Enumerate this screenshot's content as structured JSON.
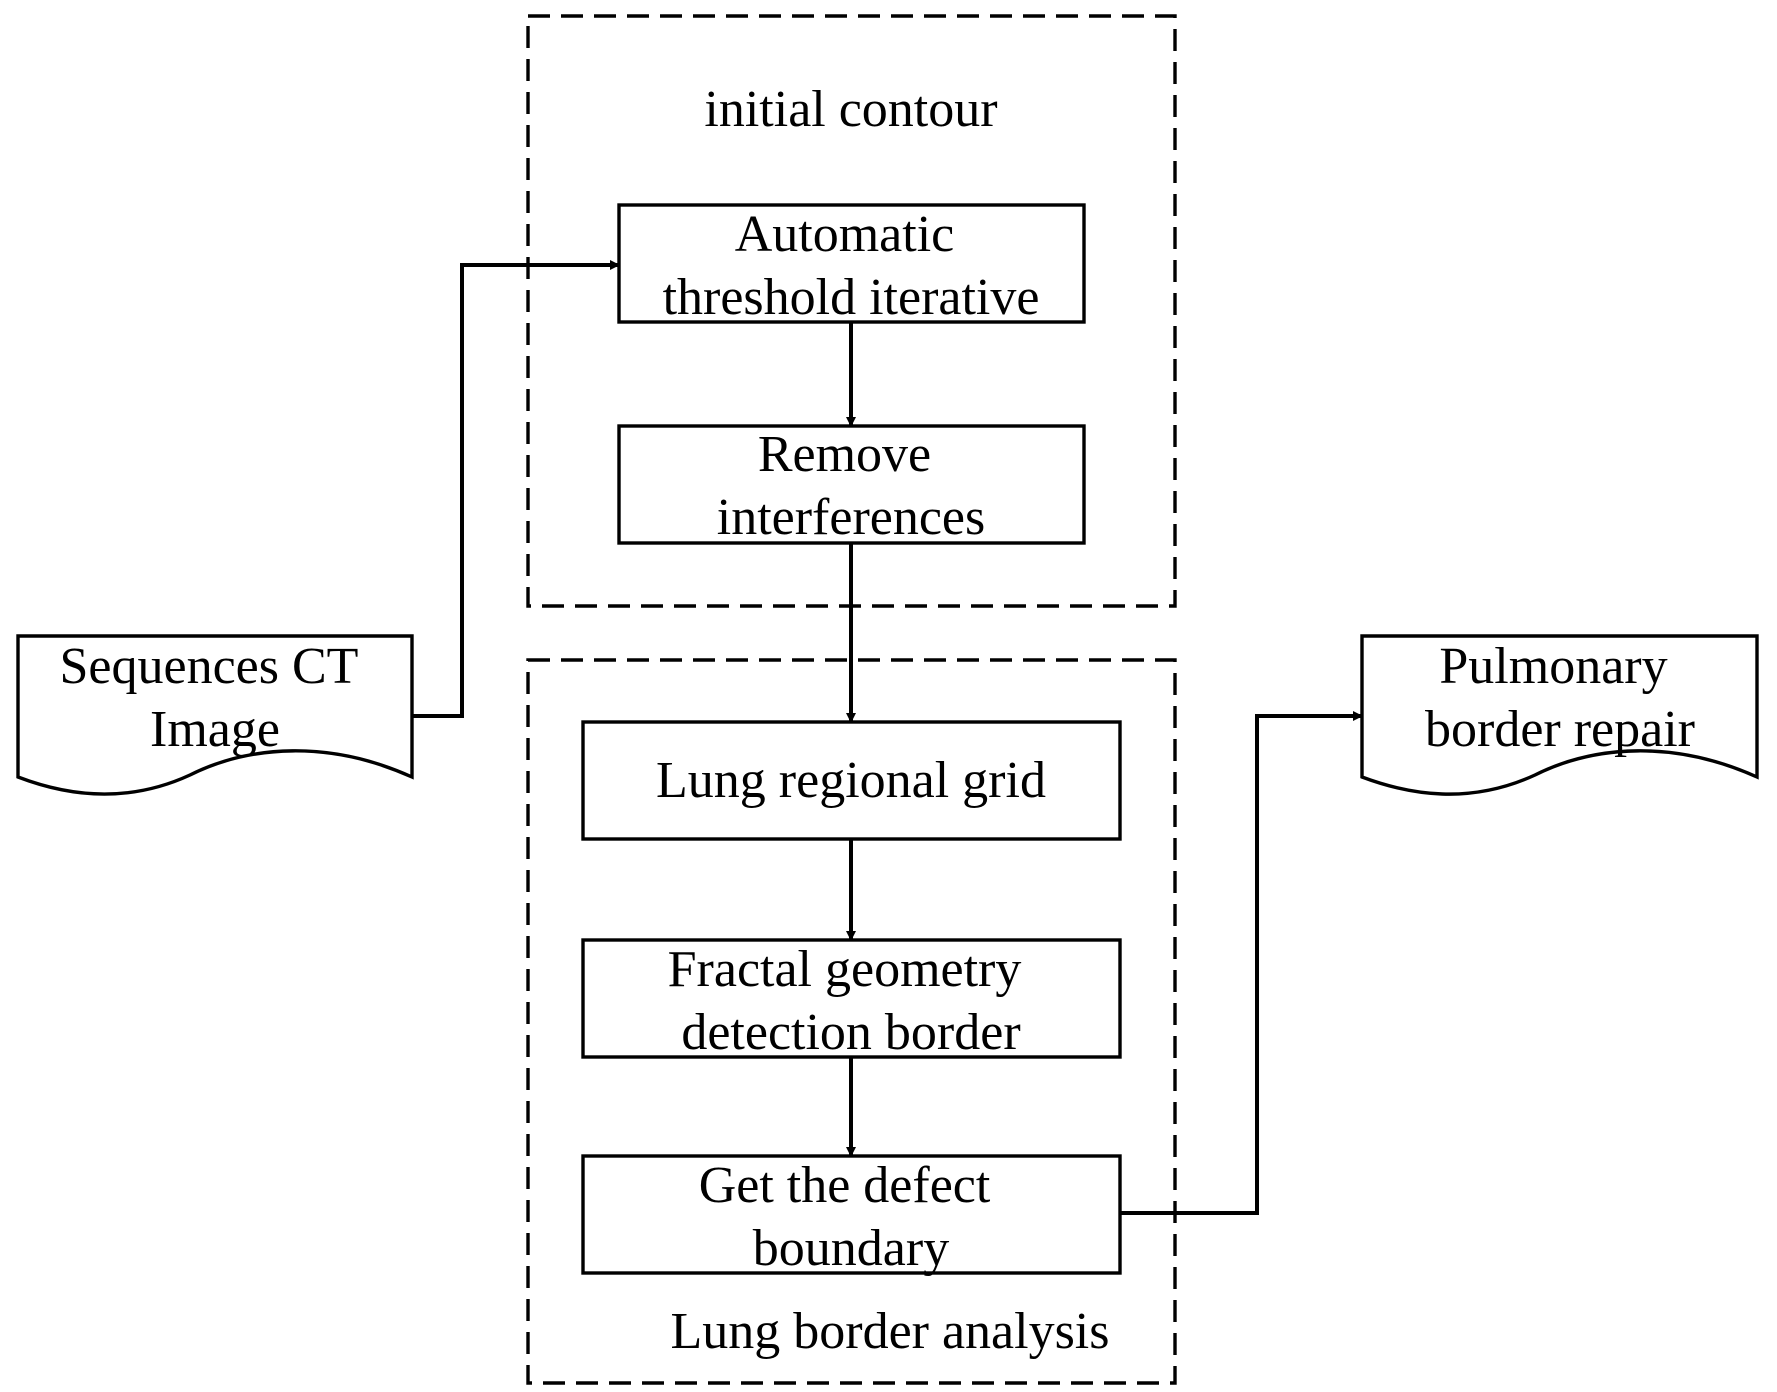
{
  "groups": {
    "initial_contour": {
      "label": "initial contour"
    },
    "lung_border_analysis": {
      "label": "Lung border analysis"
    }
  },
  "inputs": {
    "sequences_ct": {
      "line1": "Sequences CT",
      "line2": "Image"
    }
  },
  "outputs": {
    "pulmonary_repair": {
      "line1": "Pulmonary",
      "line2": "border repair"
    }
  },
  "steps": {
    "automatic_threshold": {
      "line1": "Automatic",
      "line2": "threshold iterative"
    },
    "remove_interferences": {
      "line1": "Remove",
      "line2": "interferences"
    },
    "lung_regional_grid": {
      "line1": "Lung regional grid"
    },
    "fractal_geometry": {
      "line1": "Fractal geometry",
      "line2": "detection border"
    },
    "defect_boundary": {
      "line1": "Get the defect",
      "line2": "boundary"
    }
  }
}
